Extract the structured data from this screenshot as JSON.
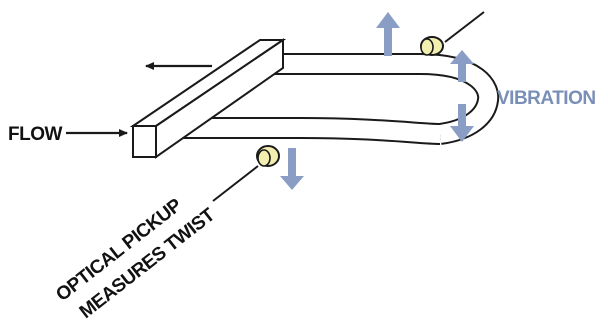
{
  "labels": {
    "flow": "FLOW",
    "vibration": "VIBRATION",
    "pickup_line1": "OPTICAL PICKUP",
    "pickup_line2": "MEASURES TWIST"
  },
  "colors": {
    "outline": "#1a1a1a",
    "tube_fill": "#ffffff",
    "pickup_fill": "#f3efb0",
    "vibration_arrow": "#8a9dc4",
    "vibration_text": "#7a8fb8"
  }
}
